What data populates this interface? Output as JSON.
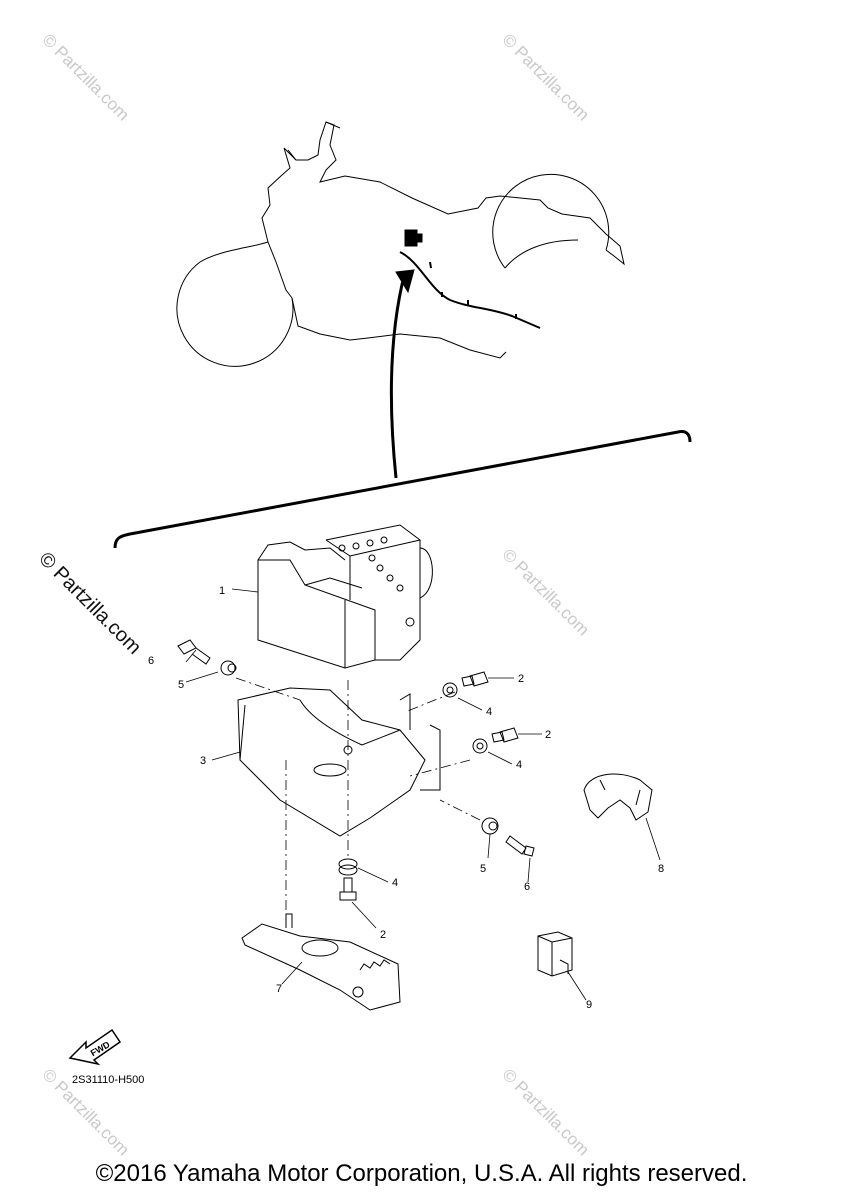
{
  "watermark": {
    "text": "© Partzilla.com"
  },
  "callouts": {
    "p1": "1",
    "p2a": "2",
    "p2b": "2",
    "p2c": "2",
    "p3": "3",
    "p4a": "4",
    "p4b": "4",
    "p4c": "4",
    "p5a": "5",
    "p5b": "5",
    "p6a": "6",
    "p6b": "6",
    "p7": "7",
    "p8": "8",
    "p9": "9"
  },
  "fwd_label": "FWD",
  "diagram_code": "2S31110-H500",
  "copyright": "©2016 Yamaha Motor Corporation, U.S.A. All rights reserved.",
  "colors": {
    "line": "#000000",
    "watermark": "#c8c8c8"
  }
}
